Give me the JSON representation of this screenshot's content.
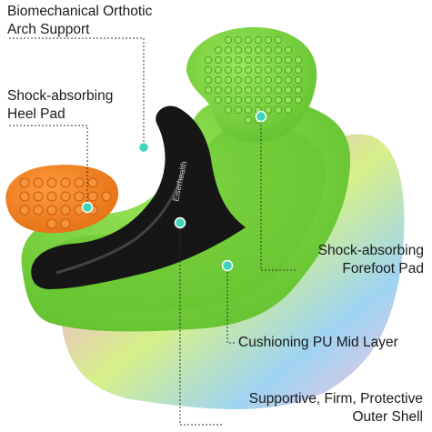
{
  "brand_text": "Eiserhealth",
  "callouts": {
    "arch": {
      "line1": "Biomechanical Orthotic",
      "line2": "Arch Support"
    },
    "heel": {
      "line1": "Shock-absorbing",
      "line2": "Heel Pad"
    },
    "forefoot": {
      "line1": "Shock-absorbing",
      "line2": "Forefoot Pad"
    },
    "mid_layer": {
      "line1": "Cushioning PU Mid Layer"
    },
    "outer_shell": {
      "line1": "Supportive, Firm, Protective",
      "line2": "Outer Shell"
    }
  },
  "colors": {
    "green": "#7ed63c",
    "dark_green": "#4aa420",
    "orange": "#f07c1c",
    "black_arch": "#161616",
    "marker": "#3fd6b8"
  }
}
